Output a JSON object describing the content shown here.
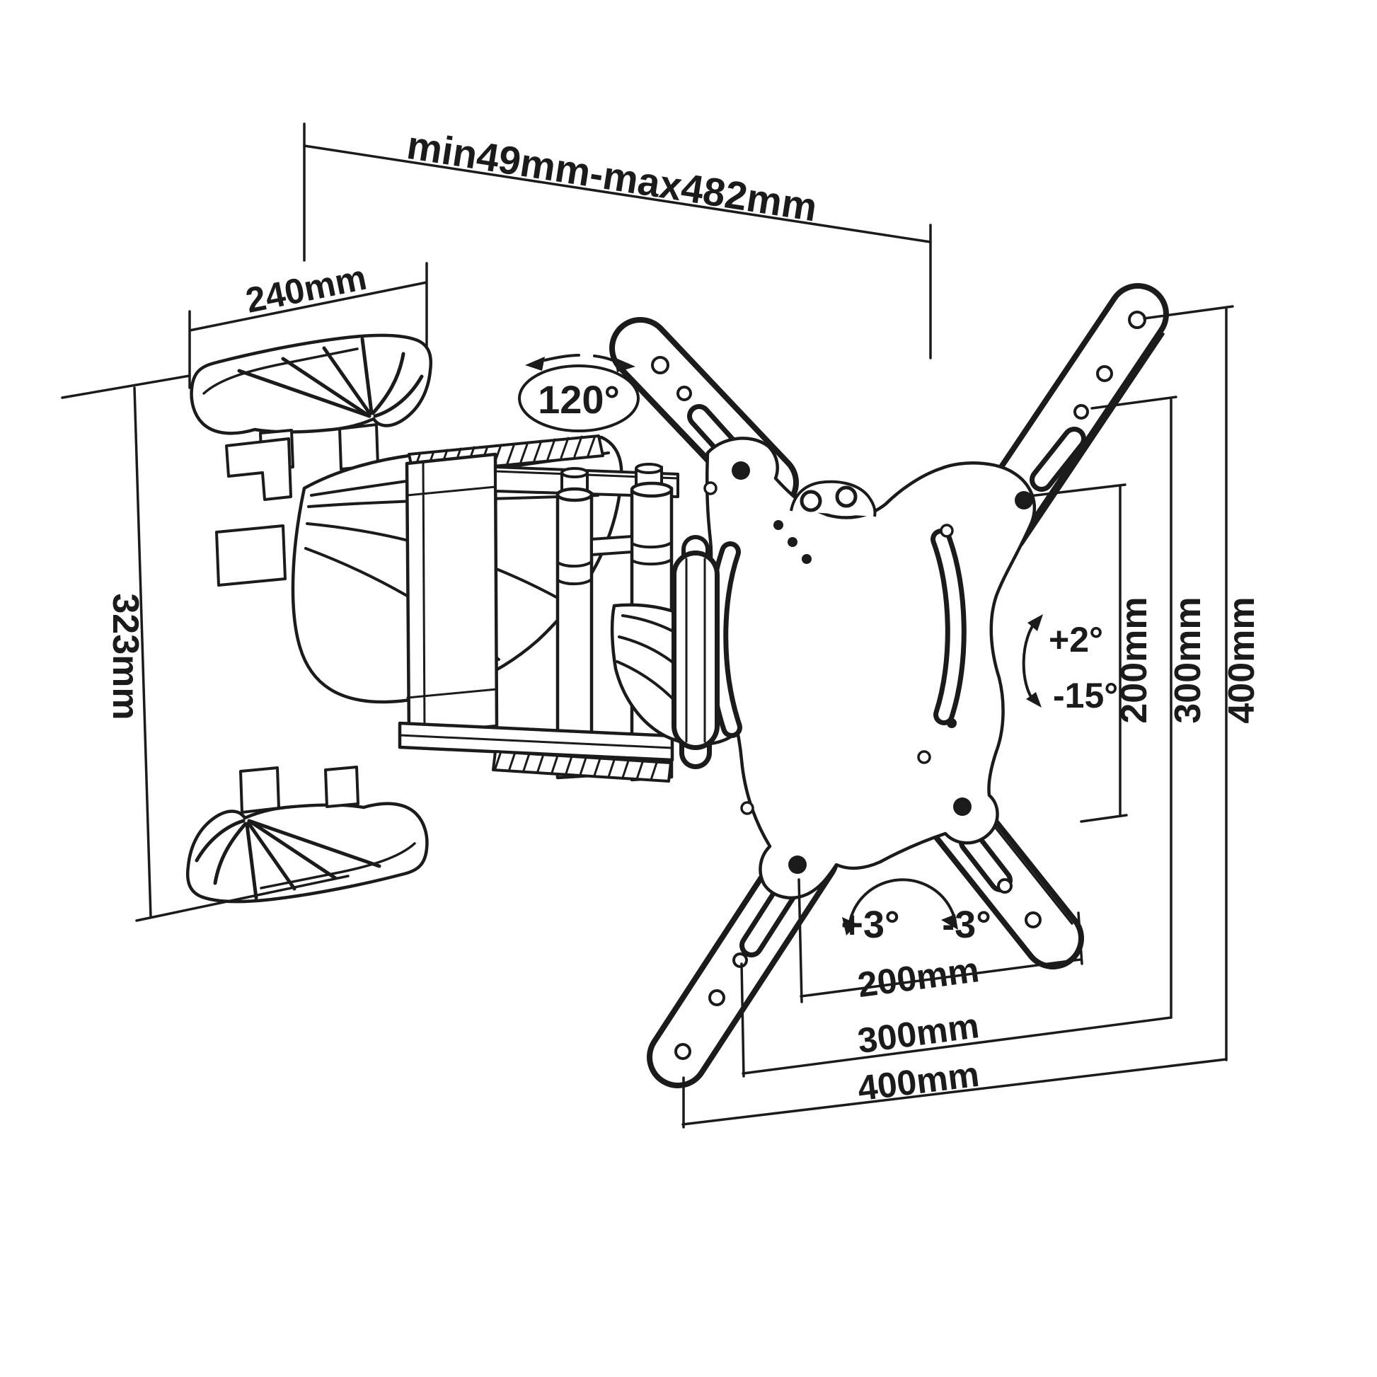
{
  "page": {
    "background": "#ffffff",
    "subject": "Articulating TV wall-mount bracket — dimensional line drawing"
  },
  "drawing": {
    "line_color": "#1b1b1b",
    "annotations": {
      "extension_range": "min49mm-max482mm",
      "wall_plate_width": "240mm",
      "wall_plate_height": "323mm",
      "swivel_angle": "120°",
      "tilt_up": "+2°",
      "tilt_down": "-15°",
      "level_left": "+3°",
      "level_right": "-3°",
      "vesa_vertical": {
        "v200": "200mm",
        "v300": "300mm",
        "v400": "400mm"
      },
      "vesa_horizontal": {
        "h200": "200mm",
        "h300": "300mm",
        "h400": "400mm"
      }
    }
  }
}
